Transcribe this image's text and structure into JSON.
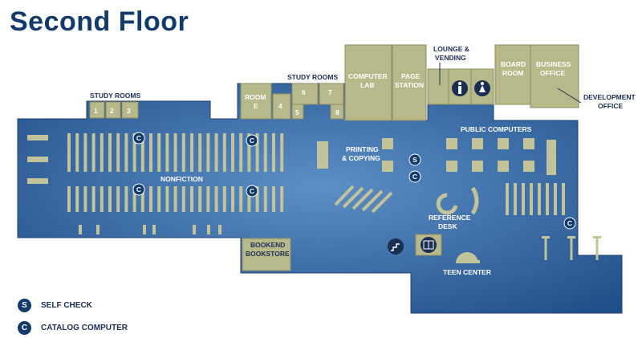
{
  "title": "Second Floor",
  "colors": {
    "floor": "#2d5f9a",
    "room": "#b8b98a",
    "badge": "#123a6b"
  },
  "labels": {
    "study_rooms_left": "STUDY ROOMS",
    "study_rooms_top": "STUDY ROOMS",
    "lounge": "LOUNGE &",
    "lounge2": "VENDING",
    "room_e": "ROOM",
    "room_e2": "E",
    "computer_lab": "COMPUTER",
    "computer_lab2": "LAB",
    "page_station": "PAGE",
    "page_station2": "STATION",
    "board_room": "BOARD",
    "board_room2": "ROOM",
    "business_office": "BUSINESS",
    "business_office2": "OFFICE",
    "development": "DEVELOPMENT",
    "development2": "OFFICE",
    "public_computers": "PUBLIC COMPUTERS",
    "printing": "PRINTING",
    "printing2": "& COPYING",
    "nonfiction": "NONFICTION",
    "reference": "REFERENCE",
    "reference2": "DESK",
    "bookend": "BOOKEND",
    "bookend2": "BOOKSTORE",
    "teen_center": "TEEN CENTER",
    "r1": "1",
    "r2": "2",
    "r3": "3",
    "r4": "4",
    "r5": "5",
    "r6": "6",
    "r7": "7",
    "r8": "8"
  },
  "markers": {
    "self_check": "S",
    "catalog": "C"
  },
  "legend": [
    {
      "symbol": "S",
      "label": "SELF CHECK"
    },
    {
      "symbol": "C",
      "label": "CATALOG COMPUTER"
    }
  ],
  "icons": [
    "restroom-men-icon",
    "restroom-women-icon",
    "stairs-icon",
    "elevator-icon"
  ]
}
